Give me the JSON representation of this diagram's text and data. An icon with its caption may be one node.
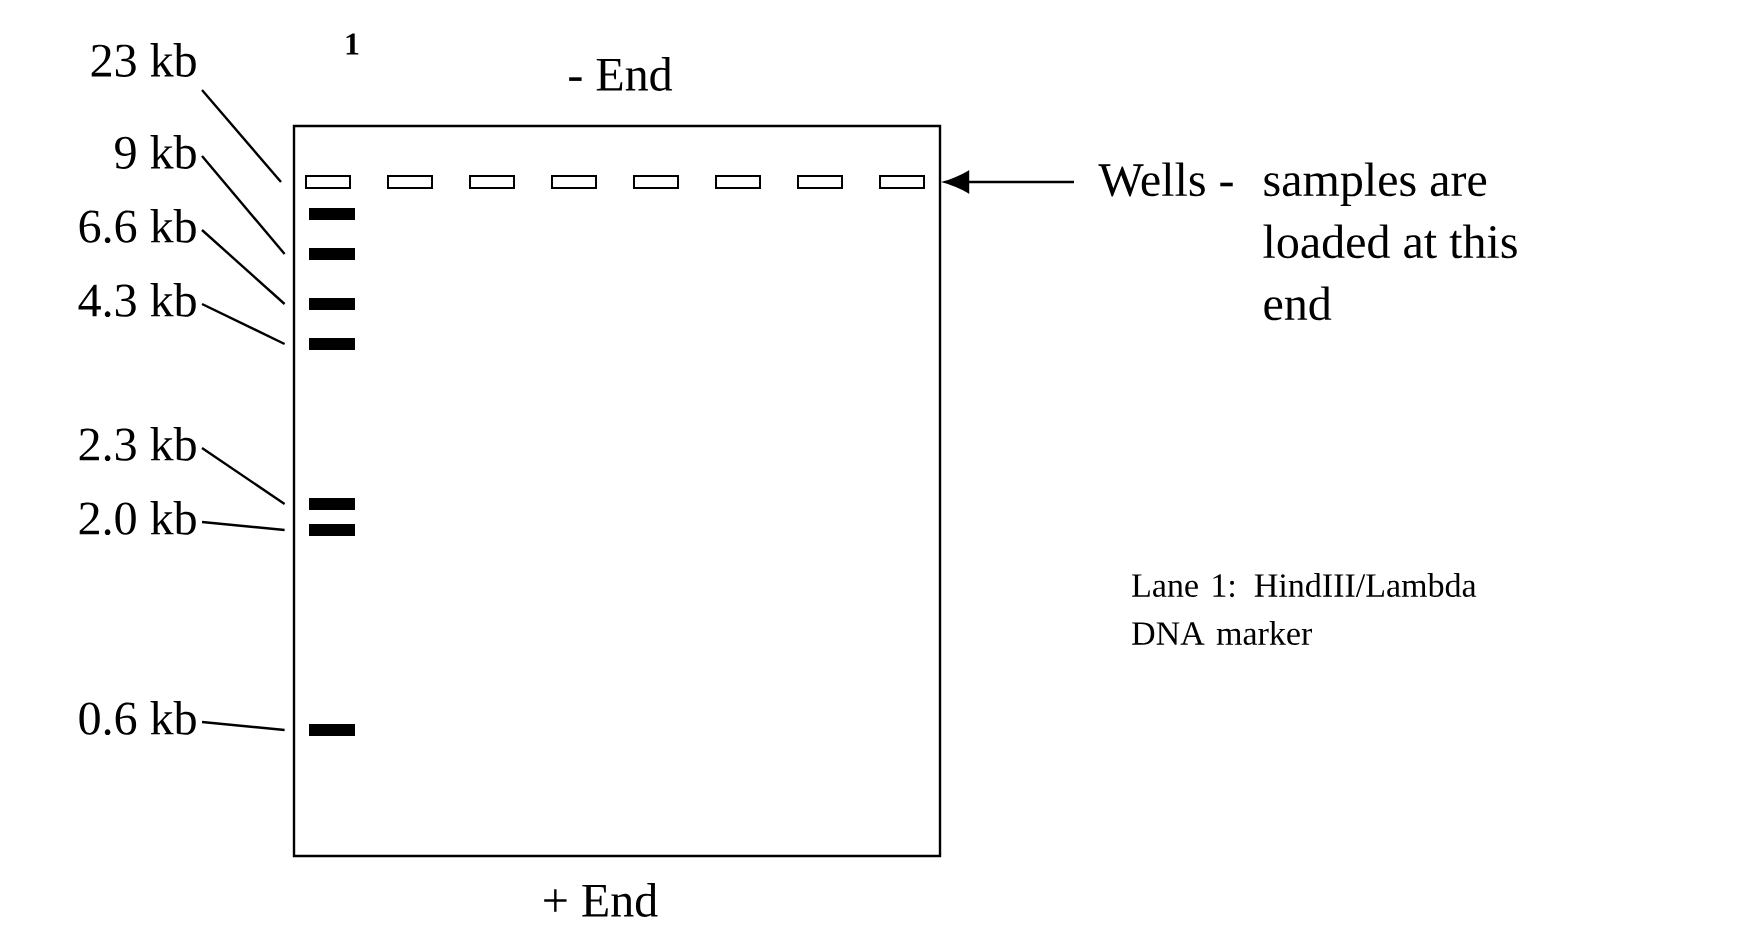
{
  "diagram": {
    "nodes": [
      {
        "text": [],
        "shape": "box"
      },
      {
        "text": [],
        "shape": "box",
        "in": 0
      },
      {
        "text": [],
        "shape": "box",
        "in": 0
      },
      {
        "text": [],
        "shape": "box",
        "in": 0
      },
      {
        "text": [],
        "shape": "box",
        "in": 0
      },
      {
        "text": [],
        "shape": "box",
        "in": 0
      },
      {
        "text": [],
        "shape": "box",
        "in": 0
      },
      {
        "text": [],
        "shape": "box",
        "in": 0
      },
      {
        "text": [],
        "shape": "box",
        "in": 0
      },
      {
        "text": [],
        "shape": "bar",
        "in": 0
      },
      {
        "text": [],
        "shape": "bar",
        "in": 0
      },
      {
        "text": [],
        "shape": "bar",
        "in": 0
      },
      {
        "text": [],
        "shape": "bar",
        "in": 0
      },
      {
        "text": [],
        "shape": "bar",
        "in": 0
      },
      {
        "text": [],
        "shape": "bar",
        "in": 0
      },
      {
        "text": [],
        "shape": "bar",
        "in": 0
      },
      {
        "text": [
          "23 kb"
        ]
      },
      {
        "text": [
          "9 kb"
        ]
      },
      {
        "text": [
          "6.6 kb"
        ]
      },
      {
        "text": [
          "4.3 kb"
        ]
      },
      {
        "text": [
          "2.3 kb"
        ]
      },
      {
        "text": [
          "2.0 kb"
        ]
      },
      {
        "text": [
          "0.6 kb"
        ]
      },
      {
        "text": [
          "Wells -",
          "samples are loaded at this end"
        ]
      }
    ],
    "edges": [
      {
        "from": 16,
        "to": 1,
        "arrow": "none"
      },
      {
        "from": 17,
        "to": 10,
        "arrow": "none"
      },
      {
        "from": 18,
        "to": 11,
        "arrow": "none"
      },
      {
        "from": 19,
        "to": 12,
        "arrow": "none"
      },
      {
        "from": 20,
        "to": 13,
        "arrow": "none"
      },
      {
        "from": 21,
        "to": 14,
        "arrow": "none"
      },
      {
        "from": 22,
        "to": 15,
        "arrow": "none"
      },
      {
        "from": 23,
        "to": 0,
        "arrow": "to"
      }
    ],
    "labels": [
      "1",
      "- End",
      "Lane 1:  HindIII/Lambda DNA marker",
      "+ End"
    ]
  }
}
